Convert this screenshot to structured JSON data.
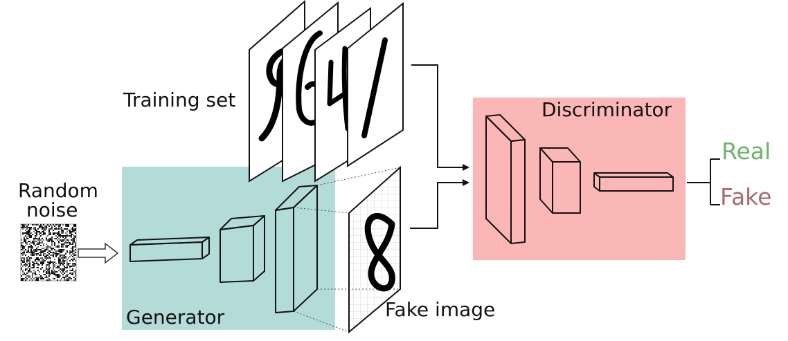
{
  "labels": {
    "training_set": "Training set",
    "random_noise_line1": "Random",
    "random_noise_line2": "noise",
    "generator": "Generator",
    "fake_image": "Fake image",
    "discriminator": "Discriminator",
    "real": "Real",
    "fake": "Fake"
  },
  "colors": {
    "generator_bg": "#b3dcd9",
    "discriminator_bg": "#fbb6b6",
    "real_text": "#6db36b",
    "fake_text": "#a86a6a",
    "ink": "#111111"
  },
  "icons": {
    "noise": "random-noise-texture",
    "input_arrow": "hollow-right-arrow",
    "arrowheads": "filled-triangle-arrow"
  }
}
